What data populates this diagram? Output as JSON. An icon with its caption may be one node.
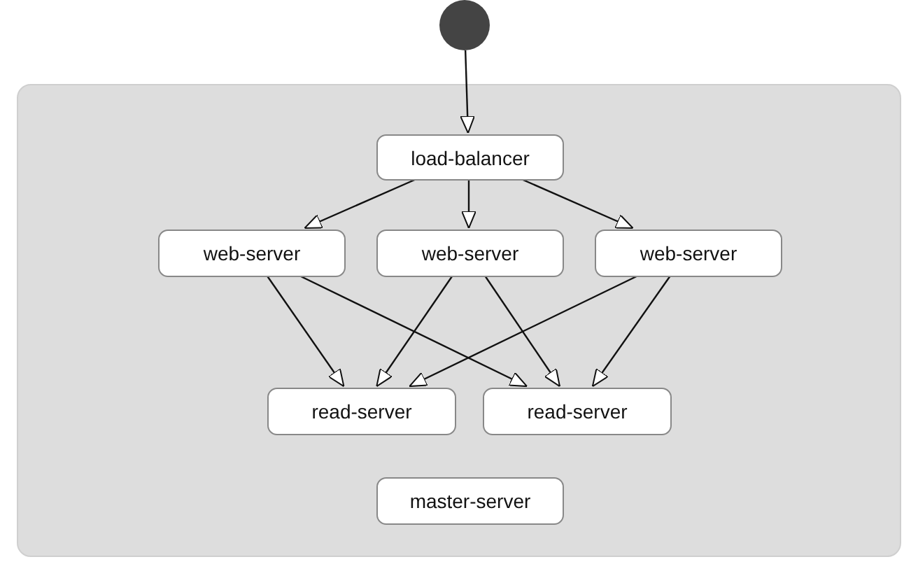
{
  "diagram": {
    "nodes": [
      {
        "text": [],
        "shape": "circle"
      },
      {
        "text": [],
        "shape": "box"
      },
      {
        "text": [
          "load-balancer"
        ],
        "in": 1
      },
      {
        "text": [
          "web-server"
        ],
        "in": 1
      },
      {
        "text": [
          "web-server"
        ],
        "in": 1
      },
      {
        "text": [
          "web-server"
        ],
        "in": 1
      },
      {
        "text": [
          "read-server"
        ],
        "in": 1
      },
      {
        "text": [
          "read-server"
        ],
        "in": 1
      },
      {
        "text": [
          "master-server"
        ],
        "in": 1
      }
    ],
    "edges": [
      {
        "from": 0,
        "to": 2,
        "arrow": "to"
      },
      {
        "from": 2,
        "to": 3,
        "arrow": "to"
      },
      {
        "from": 2,
        "to": 4,
        "arrow": "to"
      },
      {
        "from": 2,
        "to": 5,
        "arrow": "to"
      },
      {
        "from": 3,
        "to": 6,
        "arrow": "to"
      },
      {
        "from": 3,
        "to": 7,
        "arrow": "to"
      },
      {
        "from": 4,
        "to": 6,
        "arrow": "to"
      },
      {
        "from": 4,
        "to": 7,
        "arrow": "to"
      },
      {
        "from": 5,
        "to": 6,
        "arrow": "to"
      },
      {
        "from": 5,
        "to": 7,
        "arrow": "to"
      }
    ]
  }
}
